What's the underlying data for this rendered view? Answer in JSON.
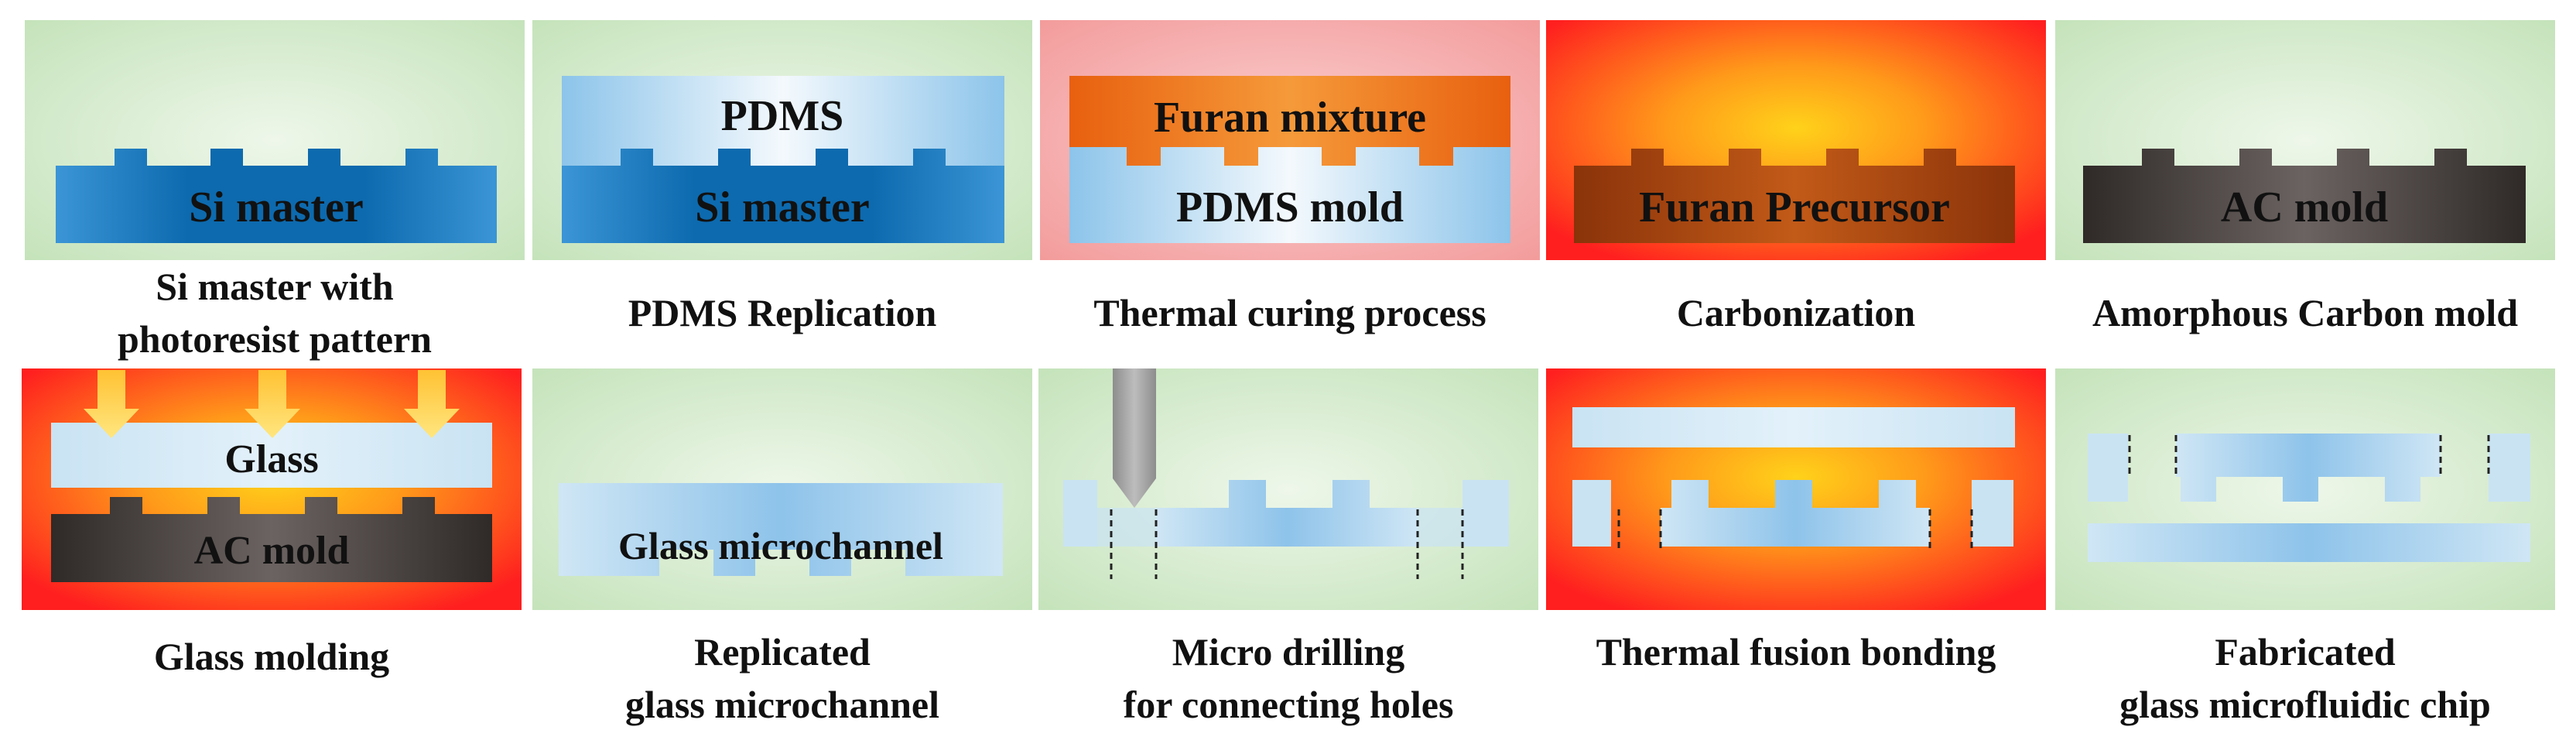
{
  "panels": [
    {
      "labels": [
        "Si master"
      ],
      "caption": [
        "Si master with",
        "photoresist pattern"
      ]
    },
    {
      "labels": [
        "PDMS",
        "Si master"
      ],
      "caption": [
        "PDMS Replication"
      ]
    },
    {
      "labels": [
        "Furan mixture",
        "PDMS mold"
      ],
      "caption": [
        "Thermal curing process"
      ]
    },
    {
      "labels": [
        "Furan Precursor"
      ],
      "caption": [
        "Carbonization"
      ]
    },
    {
      "labels": [
        "AC mold"
      ],
      "caption": [
        "Amorphous Carbon mold"
      ]
    },
    {
      "labels": [
        "Glass",
        "AC mold"
      ],
      "caption": [
        "Glass molding"
      ]
    },
    {
      "labels": [
        "Glass microchannel"
      ],
      "caption": [
        "Replicated",
        "glass microchannel"
      ]
    },
    {
      "labels": [],
      "caption": [
        "Micro drilling",
        "for connecting holes"
      ]
    },
    {
      "labels": [],
      "caption": [
        "Thermal fusion bonding"
      ]
    },
    {
      "labels": [],
      "caption": [
        "Fabricated",
        "glass microfluidic chip"
      ]
    }
  ],
  "colors": {
    "green_bg": "#cfe8c6",
    "si_blue": "#1477bd",
    "pdms_blue": "#9fd0ee",
    "furan_orange": "#ee7a1a",
    "furan_precursor": "#a8450f",
    "carbon_dark": "#3b3634",
    "glass_light": "#cfe6f3",
    "heat_red": "#ff2a1a",
    "pink_bg": "#f7a3a3",
    "drill_gray": "#9a9a9a"
  }
}
